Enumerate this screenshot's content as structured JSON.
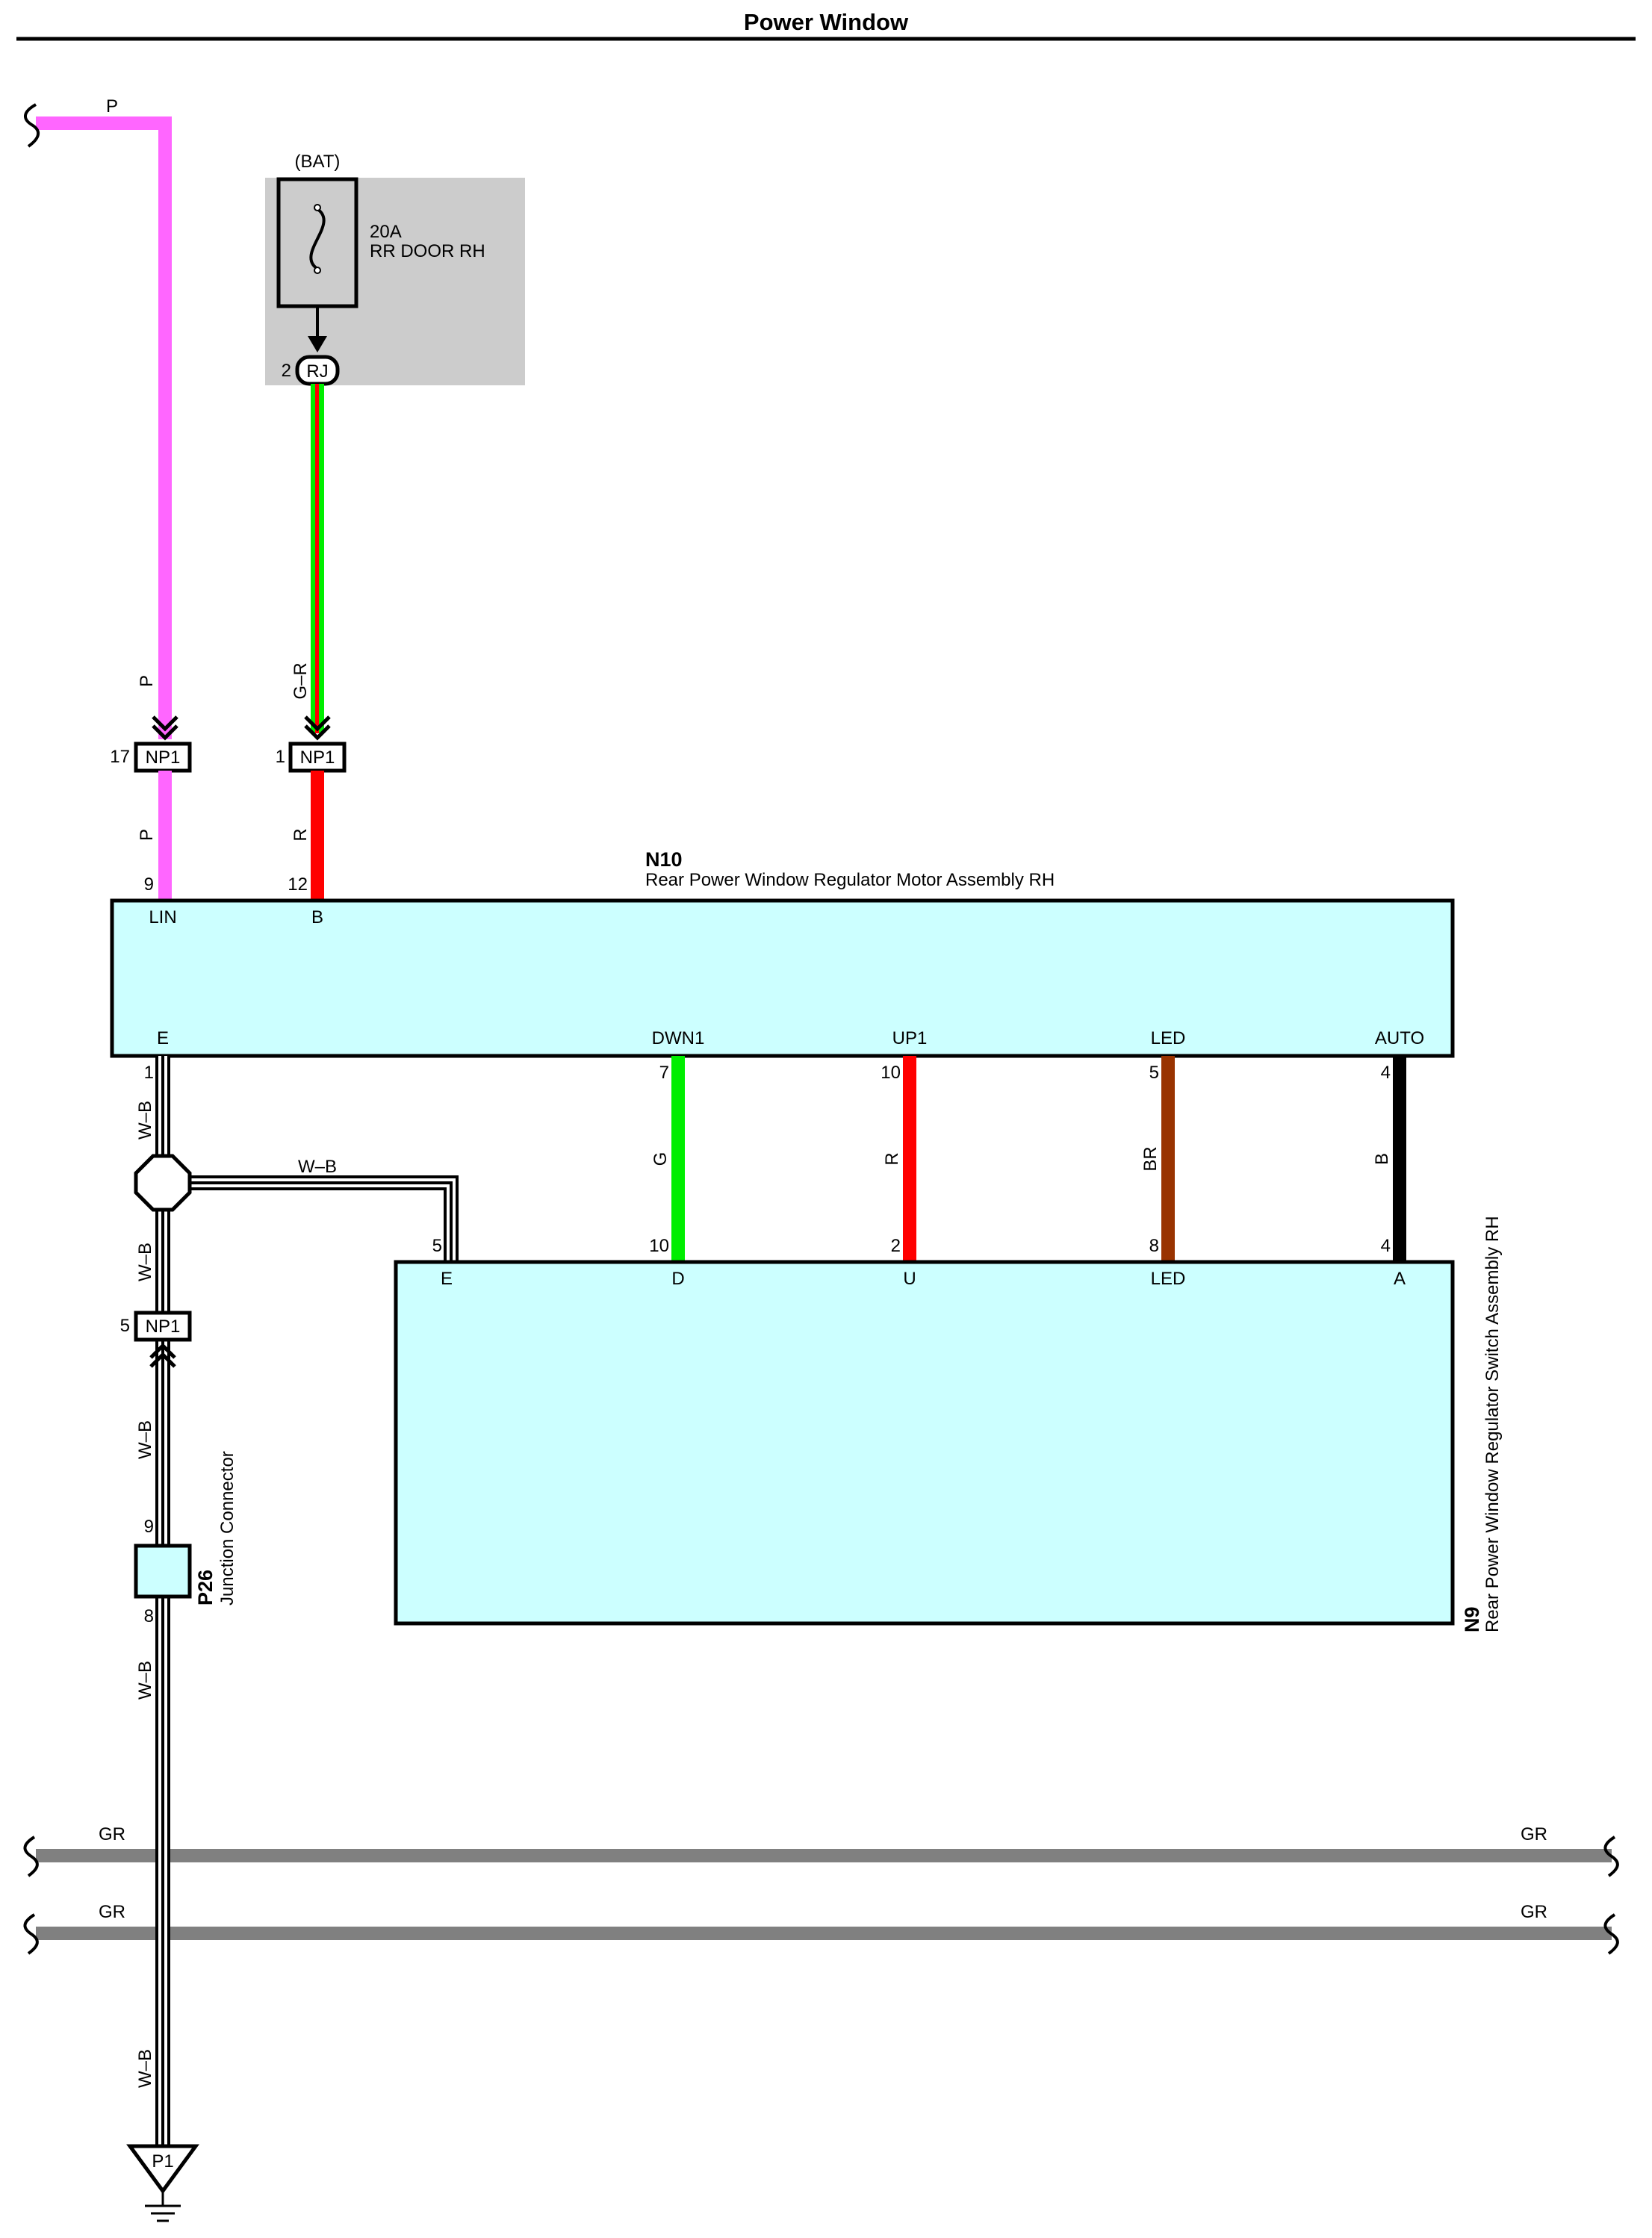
{
  "title": "Power Window",
  "wire_colors": {
    "P": "#ff66ff",
    "R": "#ff0000",
    "G": "#00ee00",
    "BR": "#993300",
    "B": "#000000",
    "GR": "#808080",
    "W-B": "#000000"
  },
  "fuse": {
    "source": "(BAT)",
    "rating": "20A",
    "name": "RR DOOR RH"
  },
  "connectors": {
    "rj": {
      "name": "RJ",
      "pin": "2"
    },
    "np1_a": {
      "name": "NP1",
      "pin": "17"
    },
    "np1_b": {
      "name": "NP1",
      "pin": "1"
    },
    "np1_c": {
      "name": "NP1",
      "pin": "5"
    },
    "p26": {
      "code": "P26",
      "name": "Junction Connector",
      "pin_top": "9",
      "pin_bottom": "8"
    },
    "ground": {
      "name": "P1"
    }
  },
  "motor": {
    "code": "N10",
    "name": "Rear Power Window Regulator Motor Assembly RH",
    "pins": {
      "lin": {
        "num": "9",
        "label": "LIN"
      },
      "b": {
        "num": "12",
        "label": "B"
      },
      "e": {
        "num": "1",
        "label": "E"
      },
      "dwn1": {
        "num": "7",
        "label": "DWN1"
      },
      "up1": {
        "num": "10",
        "label": "UP1"
      },
      "led": {
        "num": "5",
        "label": "LED"
      },
      "auto": {
        "num": "4",
        "label": "AUTO"
      }
    }
  },
  "switch": {
    "code": "N9",
    "name": "Rear Power Window Regulator Switch Assembly RH",
    "pins": {
      "e": {
        "num": "5",
        "label": "E"
      },
      "d": {
        "num": "10",
        "label": "D"
      },
      "u": {
        "num": "2",
        "label": "U"
      },
      "led": {
        "num": "8",
        "label": "LED"
      },
      "a": {
        "num": "4",
        "label": "A"
      }
    }
  },
  "wire_labels": {
    "p_top": "P",
    "p_mid": "P",
    "p_low": "P",
    "gr_upper": "G–R",
    "r_short": "R",
    "wb_1": "W–B",
    "wb_branch": "W–B",
    "wb_2": "W–B",
    "wb_3": "W–B",
    "wb_4": "W–B",
    "wb_5": "W–B",
    "g": "G",
    "r": "R",
    "br": "BR",
    "b": "B",
    "gr1_left": "GR",
    "gr1_right": "GR",
    "gr2_left": "GR",
    "gr2_right": "GR"
  }
}
